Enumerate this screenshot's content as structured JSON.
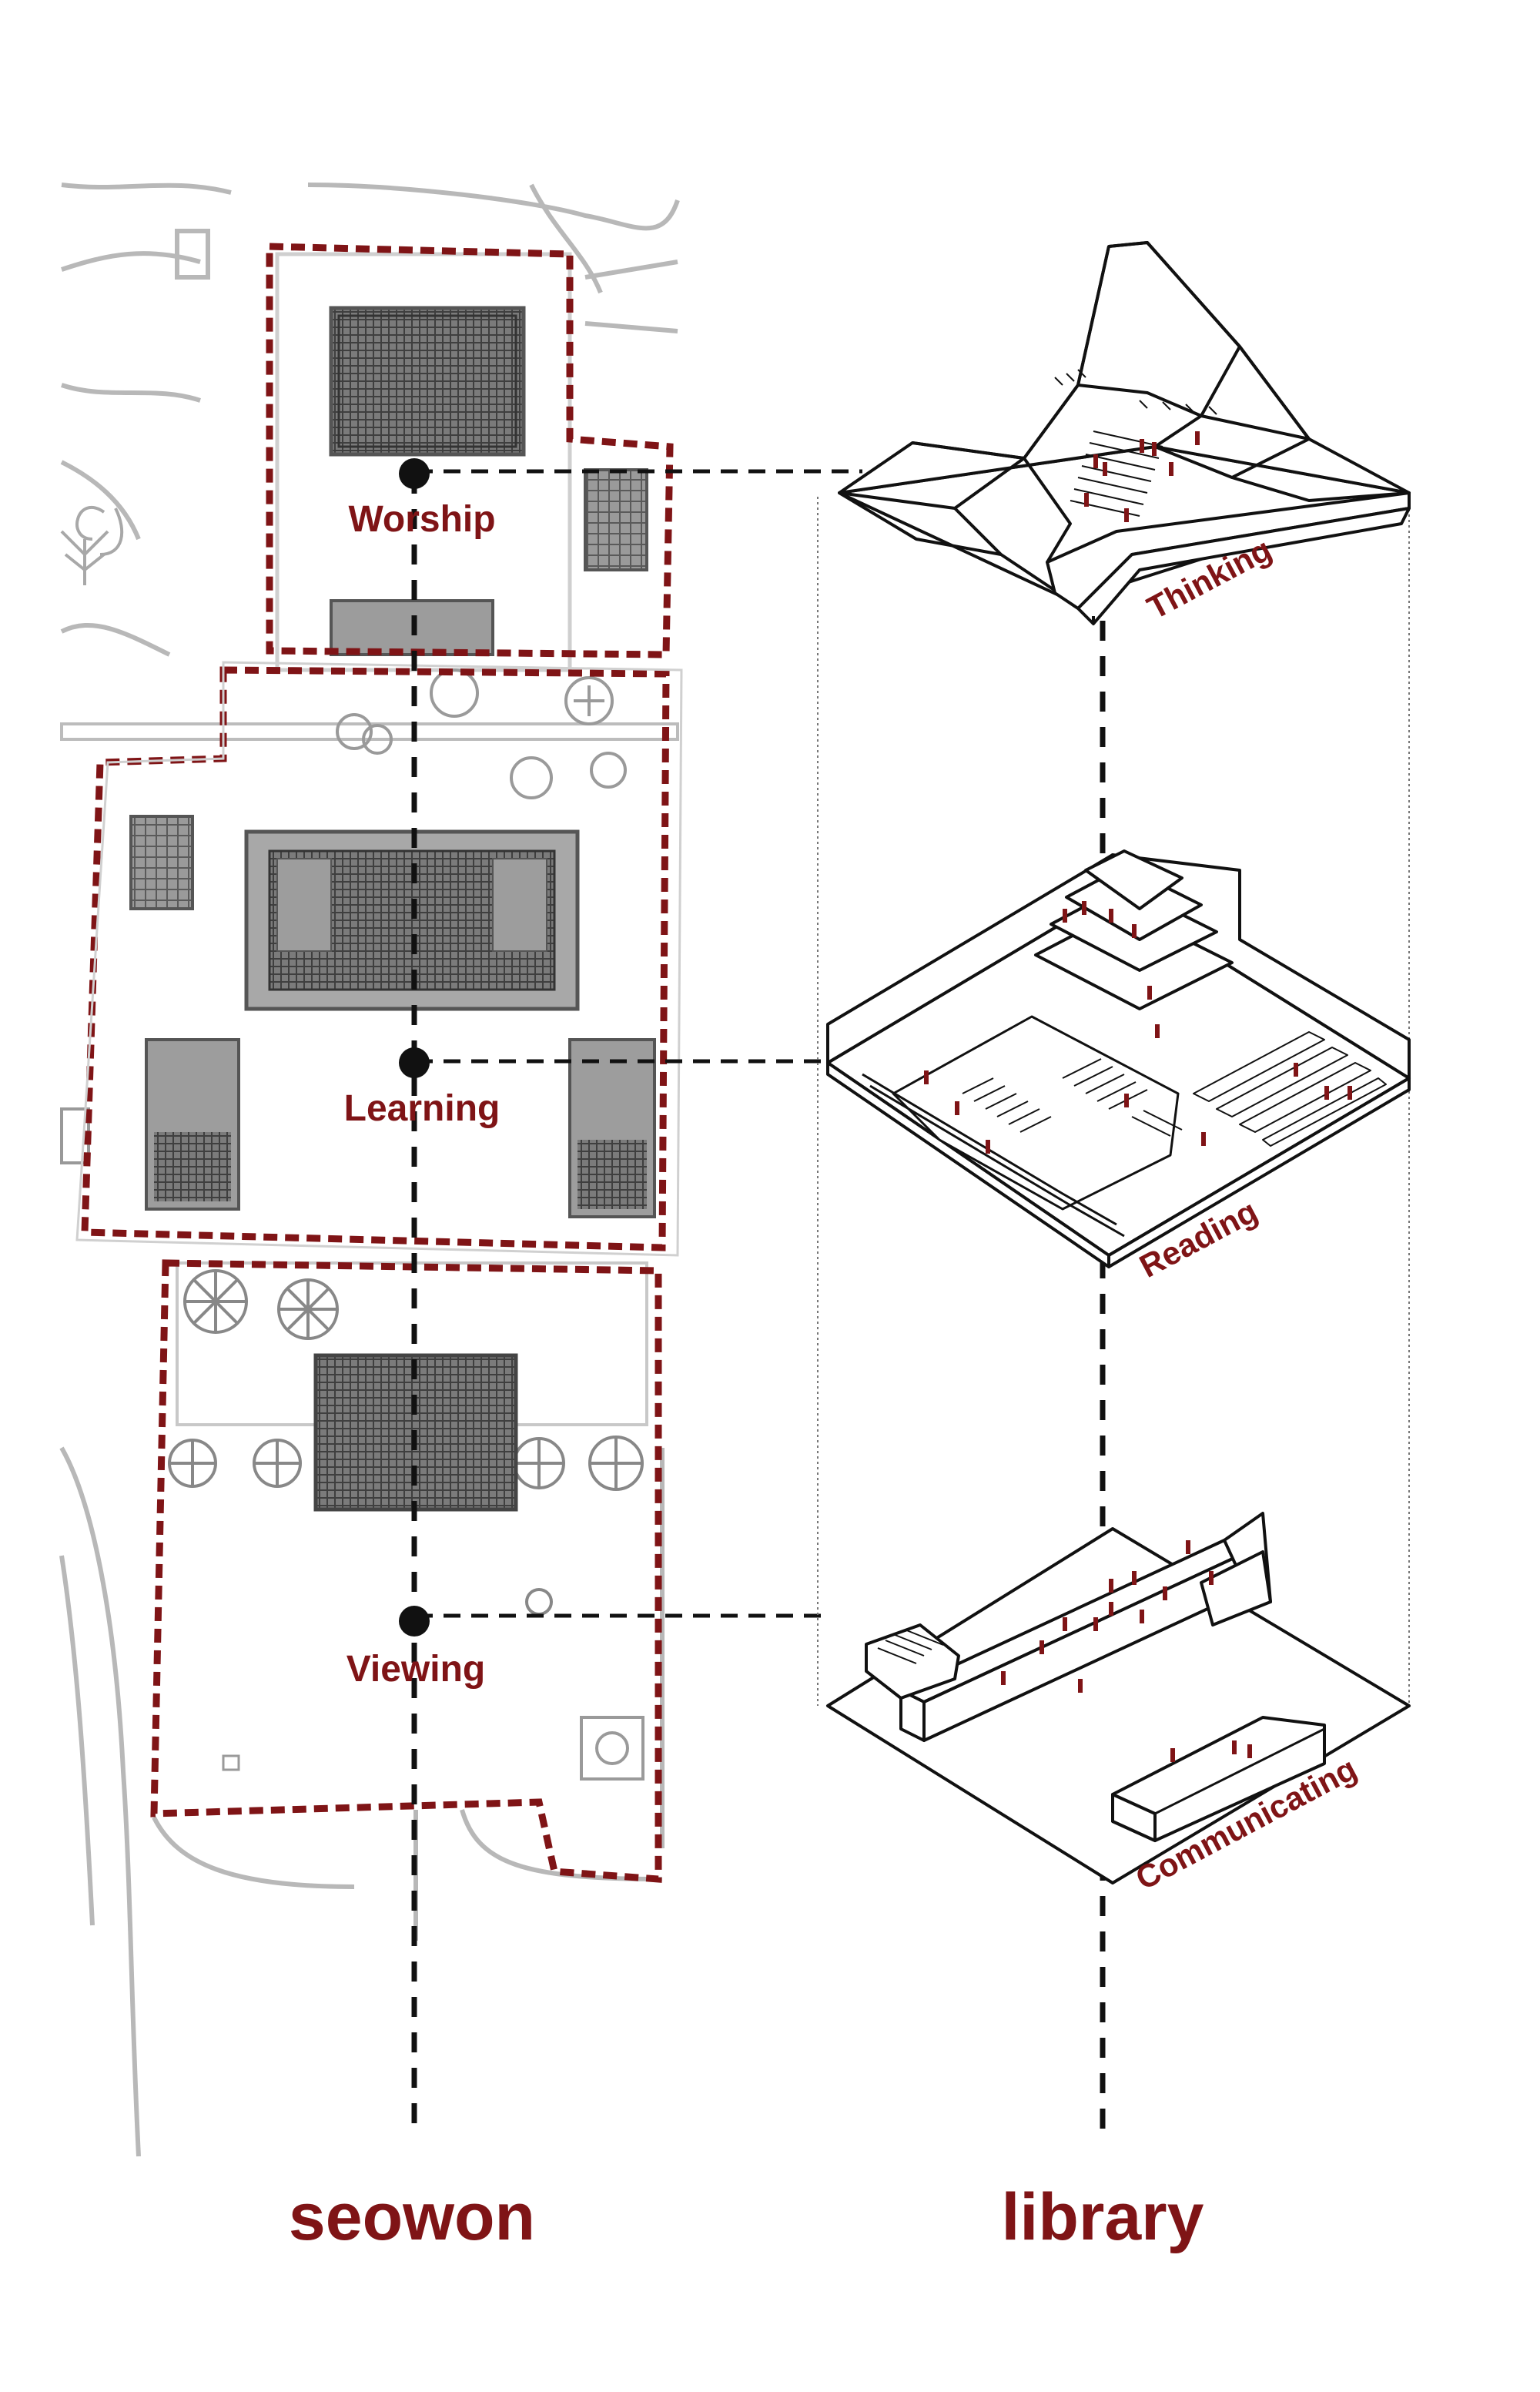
{
  "colors": {
    "accent": "#7f1416",
    "line": "#111111",
    "site_gray": "#b8b8b8",
    "building_fill": "#8a8a8a"
  },
  "seowon": {
    "title": "seowon",
    "zones": [
      {
        "label": "Worship"
      },
      {
        "label": "Learning"
      },
      {
        "label": "Viewing"
      }
    ]
  },
  "library": {
    "title": "library",
    "levels": [
      {
        "label": "Thinking"
      },
      {
        "label": "Reading"
      },
      {
        "label": "Communicating"
      }
    ]
  }
}
